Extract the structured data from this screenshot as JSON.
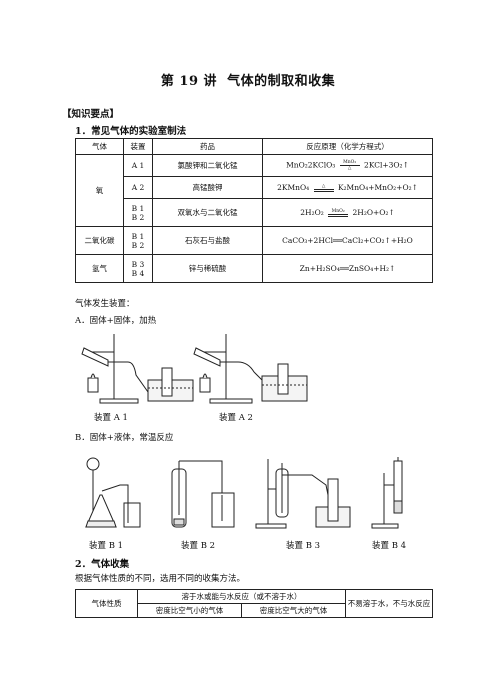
{
  "title": {
    "lesson": "第 19 讲",
    "topic": "气体的制取和收集"
  },
  "section_knowledge": "【知识要点】",
  "section1": "1．常见气体的实验室制法",
  "table1": {
    "headers": [
      "气体",
      "装置",
      "药品",
      "反应原理（化学方程式）"
    ],
    "oxygen": "氧",
    "co2": "二氧化碳",
    "hydrogen": "氢气",
    "a1": "A 1",
    "a2": "A 2",
    "b1": "B 1",
    "b2": "B 2",
    "b3": "B 3",
    "b4": "B 4",
    "drug1": "氯酸钾和二氧化锰",
    "drug2": "高锰酸钾",
    "drug3": "双氧水与二氧化锰",
    "drug4": "石灰石与盐酸",
    "drug5": "锌与稀硫酸",
    "eq1_left": "MnO₂2KClO₃",
    "eq1_top": "MnO₂",
    "eq1_bot": "△",
    "eq1_right": "2KCl+3O₂↑",
    "eq2_left": "2KMnO₄",
    "eq2_top": "△",
    "eq2_right": "K₂MnO₄+MnO₂+O₂↑",
    "eq3_left": "2H₂O₂",
    "eq3_top": "MnO₂",
    "eq3_right": "2H₂O+O₂↑",
    "eq4": "CaCO₃+2HCl══CaCl₂+CO₂↑+H₂O",
    "eq5": "Zn+H₂SO₄══ZnSO₄+H₂↑"
  },
  "apparatus_intro": "气体发生装置：",
  "sub_a": "A．固体+固体，加热",
  "cap_a1": "装置 A 1",
  "cap_a2": "装置 A 2",
  "sub_b": "B．固体+液体，常温反应",
  "cap_b1": "装置 B 1",
  "cap_b2": "装置 B 2",
  "cap_b3": "装置 B 3",
  "cap_b4": "装置 B 4",
  "section2": "2．气体收集",
  "collect_intro": "根据气体性质的不同，选用不同的收集方法。",
  "table2": {
    "prop": "气体性质",
    "top_mid": "溶于水或能与水反应（或不溶于水）",
    "right": "不易溶于水，不与水反应",
    "less_dense": "密度比空气小的气体",
    "more_dense": "密度比空气大的气体"
  }
}
